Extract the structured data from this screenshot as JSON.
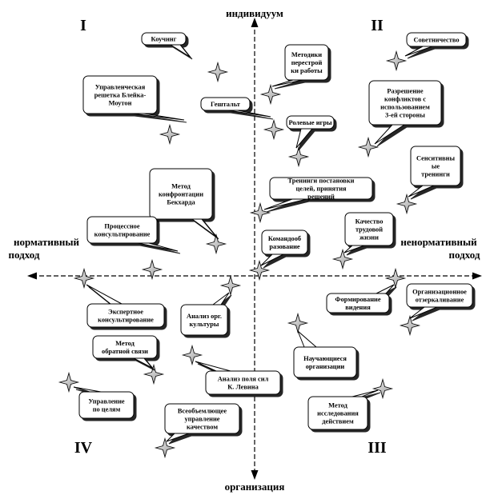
{
  "axes": {
    "top": "индивидуум",
    "bottom": "организация",
    "left": [
      "нормативный",
      "подход"
    ],
    "right": [
      "ненормативный",
      "подход"
    ]
  },
  "quadrants": [
    "I",
    "II",
    "III",
    "IV"
  ],
  "callouts": [
    {
      "id": "kouching",
      "lines": [
        "Коучинг"
      ]
    },
    {
      "id": "metodiki",
      "lines": [
        "Методики",
        "перестрой",
        "ки работы"
      ]
    },
    {
      "id": "sovetnichestvo",
      "lines": [
        "Советничество"
      ]
    },
    {
      "id": "reshetka",
      "lines": [
        "Управленческая",
        "решетка Блейка-",
        "Моутон"
      ]
    },
    {
      "id": "razreshenie",
      "lines": [
        "Разрешение",
        "конфликтов с",
        "использованием",
        "3-ей стороны"
      ]
    },
    {
      "id": "geshtalt",
      "lines": [
        "Гештальт"
      ]
    },
    {
      "id": "rolevye",
      "lines": [
        "Ролевые игры"
      ]
    },
    {
      "id": "sensitivnye",
      "lines": [
        "Сенситивны",
        "ые",
        "тренинги"
      ]
    },
    {
      "id": "konfrontatsii",
      "lines": [
        "Метод",
        "конфронтации",
        "Бекхарда"
      ]
    },
    {
      "id": "treningi-celey",
      "lines": [
        "Тренинги постановки",
        "целей, принятия",
        "решений"
      ]
    },
    {
      "id": "kachestvo",
      "lines": [
        "Качество",
        "трудовой",
        "жизни"
      ]
    },
    {
      "id": "processnoe",
      "lines": [
        "Процессное",
        "консультирование"
      ]
    },
    {
      "id": "komandoobr",
      "lines": [
        "Командооб",
        "разование"
      ]
    },
    {
      "id": "formirovanie",
      "lines": [
        "Формирование",
        "видения"
      ]
    },
    {
      "id": "organizac-otzerk",
      "lines": [
        "Организационное",
        "отзеркаливание"
      ]
    },
    {
      "id": "ekspertnoe",
      "lines": [
        "Экспертное",
        "консультирование"
      ]
    },
    {
      "id": "analiz-kultury",
      "lines": [
        "Анализ орг.",
        "культуры"
      ]
    },
    {
      "id": "obratnoi",
      "lines": [
        "Метод",
        "обратной связи"
      ]
    },
    {
      "id": "uchashchiesya",
      "lines": [
        "Научающиеся",
        "организации"
      ]
    },
    {
      "id": "levin",
      "lines": [
        "Анализ поля сил",
        "К. Левина"
      ]
    },
    {
      "id": "celi",
      "lines": [
        "Управление",
        "по целям"
      ]
    },
    {
      "id": "vseobemlyushchee",
      "lines": [
        "Всеобъемлющее",
        "управление",
        "качеством"
      ]
    },
    {
      "id": "issledovaniya",
      "lines": [
        "Метод",
        "исследования",
        "действием"
      ]
    }
  ],
  "marker_count": 23
}
